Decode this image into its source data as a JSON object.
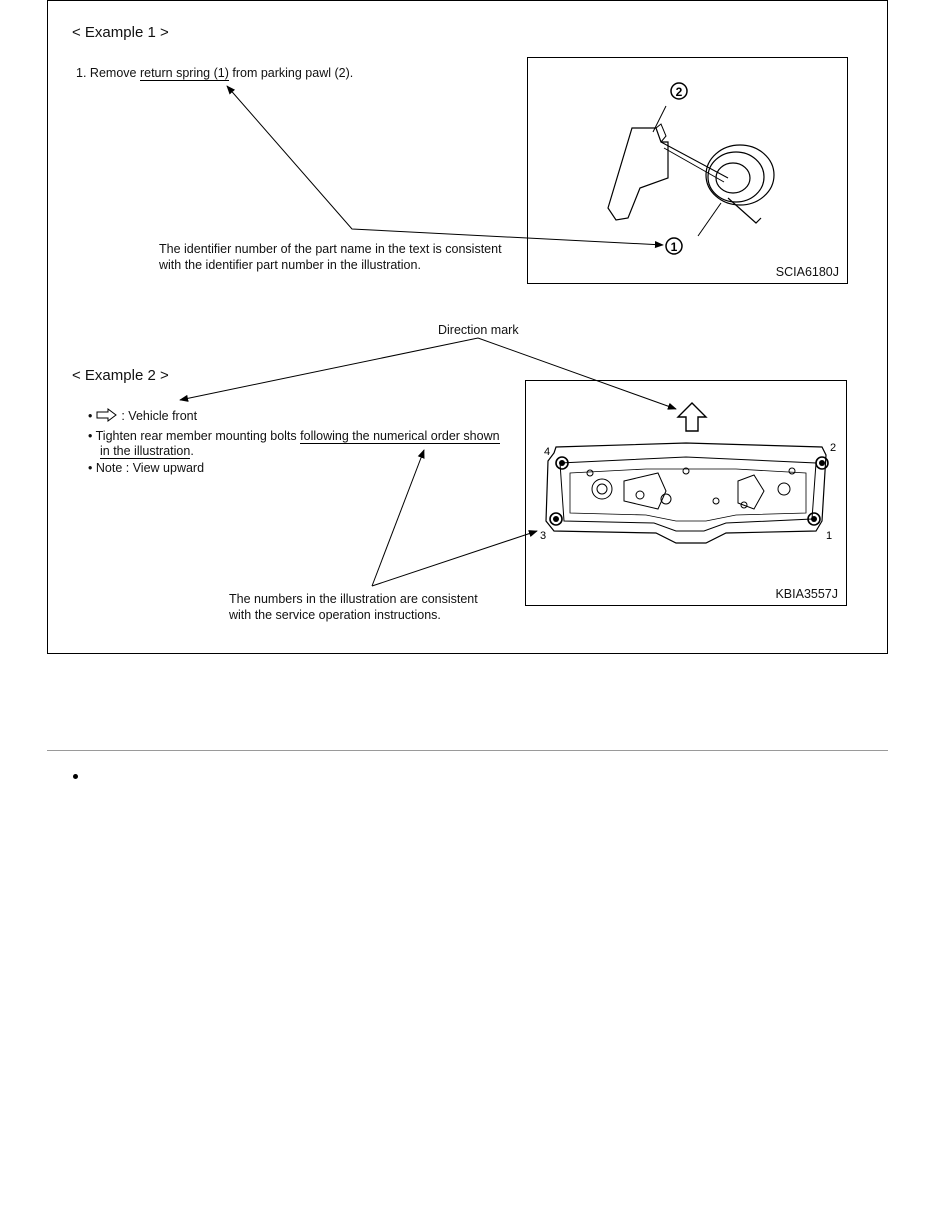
{
  "example1": {
    "heading": "<  Example 1  >",
    "step_num": "1.",
    "step_pre": "Remove ",
    "step_part": "return spring (1)",
    "step_post": " from parking pawl (2).",
    "callout_line1": "The identifier number of the part name in the text is consistent",
    "callout_line2": "with the identifier part number in the illustration.",
    "figure_code": "SCIA6180J",
    "label_1": "1",
    "label_2": "2"
  },
  "example2": {
    "heading": "<  Example 2  >",
    "direction_mark": "Direction mark",
    "item1_text": ":  Vehicle front",
    "item2_pre": "Tighten rear member mounting bolts ",
    "item2_ul1": "following the numerical order shown",
    "item2_ul2": "in the illustration",
    "item2_post": ".",
    "item3_text": "Note  :  View upward",
    "callout_line1": "The numbers in the illustration are consistent",
    "callout_line2": "with the service operation instructions.",
    "figure_code": "KBIA3557J",
    "bolt_labels": [
      "1",
      "2",
      "3",
      "4"
    ]
  },
  "colors": {
    "line": "#000000",
    "separator": "#9a9a9a"
  }
}
